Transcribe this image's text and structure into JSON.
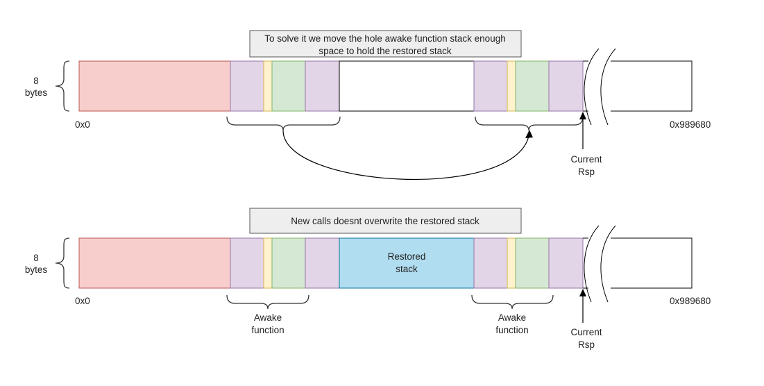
{
  "top": {
    "note": [
      "To solve it we move the hole awake function stack enough",
      "space to hold the restored stack"
    ],
    "size_label": [
      "8",
      "bytes"
    ],
    "addr_start": "0x0",
    "addr_end": "0x989680",
    "rsp_label": [
      "Current",
      "Rsp"
    ]
  },
  "bottom": {
    "note": [
      "New calls doesnt overwrite the restored stack"
    ],
    "size_label": [
      "8",
      "bytes"
    ],
    "addr_start": "0x0",
    "addr_end": "0x989680",
    "restored_label": [
      "Restored",
      "stack"
    ],
    "awake_left": [
      "Awake",
      "function"
    ],
    "awake_right": [
      "Awake",
      "function"
    ],
    "rsp_label": [
      "Current",
      "Rsp"
    ]
  },
  "colors": {
    "red_fill": "#f8cecc",
    "red_stroke": "#b85450",
    "purple_fill": "#e1d5e7",
    "purple_stroke": "#9673a6",
    "yellow_fill": "#fff2cc",
    "yellow_stroke": "#d6b656",
    "green_fill": "#d5e8d4",
    "green_stroke": "#82b366",
    "blue_fill": "#b1ddf0",
    "blue_stroke": "#10739e",
    "note_fill": "#eeeeee",
    "note_stroke": "#555555"
  }
}
